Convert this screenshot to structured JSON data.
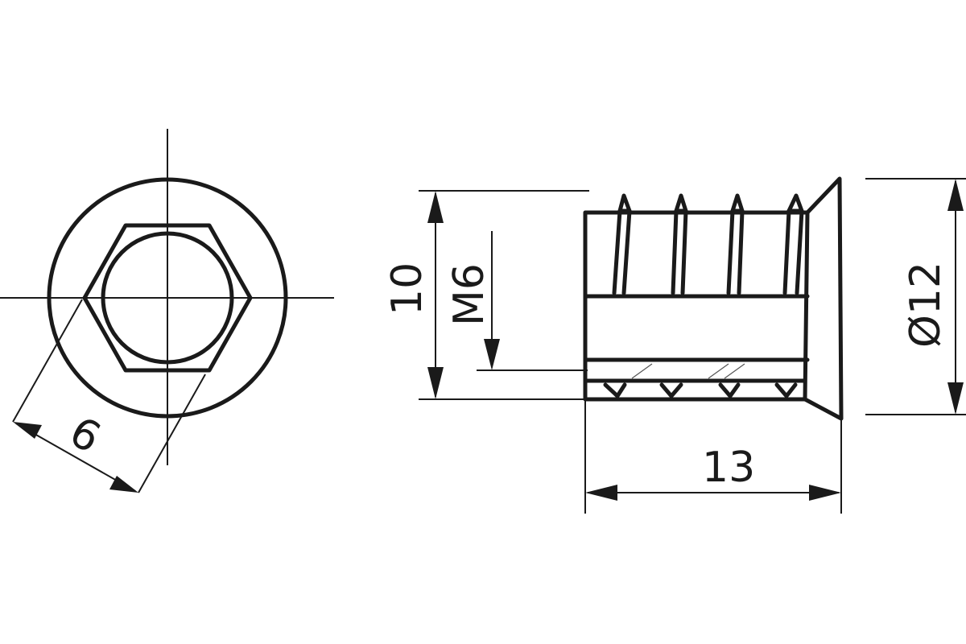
{
  "views": [
    "front-view",
    "side-view"
  ],
  "dimensions": {
    "hex_size": "6",
    "length": "13",
    "height": "10",
    "thread": "M6",
    "flange_diameter": "Ø12"
  },
  "colors": {
    "line": "#1a1a1a",
    "background": "#ffffff"
  }
}
